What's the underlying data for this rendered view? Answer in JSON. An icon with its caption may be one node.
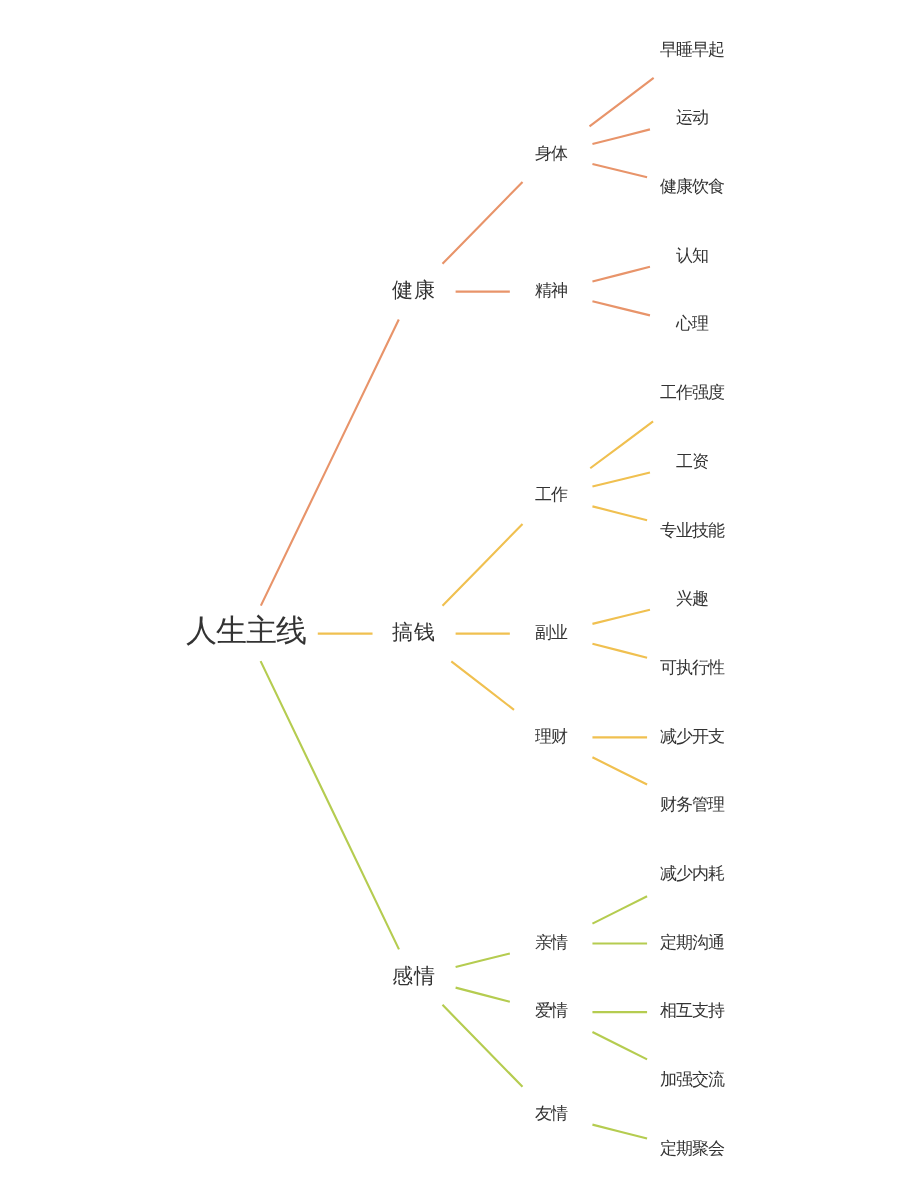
{
  "diagram": {
    "nodes": [
      {
        "text": [
          "人生主线"
        ]
      },
      {
        "text": [
          "健康"
        ]
      },
      {
        "text": [
          "身体"
        ]
      },
      {
        "text": [
          "早睡早起"
        ]
      },
      {
        "text": [
          "运动"
        ]
      },
      {
        "text": [
          "健康饮食"
        ]
      },
      {
        "text": [
          "精神"
        ]
      },
      {
        "text": [
          "认知"
        ]
      },
      {
        "text": [
          "心理"
        ]
      },
      {
        "text": [
          "搞钱"
        ]
      },
      {
        "text": [
          "工作"
        ]
      },
      {
        "text": [
          "工作强度"
        ]
      },
      {
        "text": [
          "工资"
        ]
      },
      {
        "text": [
          "专业技能"
        ]
      },
      {
        "text": [
          "副业"
        ]
      },
      {
        "text": [
          "兴趣"
        ]
      },
      {
        "text": [
          "可执行性"
        ]
      },
      {
        "text": [
          "理财"
        ]
      },
      {
        "text": [
          "减少开支"
        ]
      },
      {
        "text": [
          "财务管理"
        ]
      },
      {
        "text": [
          "感情"
        ]
      },
      {
        "text": [
          "亲情"
        ]
      },
      {
        "text": [
          "减少内耗"
        ]
      },
      {
        "text": [
          "定期沟通"
        ]
      },
      {
        "text": [
          "爱情"
        ]
      },
      {
        "text": [
          "相互支持"
        ]
      },
      {
        "text": [
          "加强交流"
        ]
      },
      {
        "text": [
          "友情"
        ]
      },
      {
        "text": [
          "定期聚会"
        ]
      }
    ],
    "edges": [
      {
        "from": 0,
        "to": 1,
        "arrow": "none",
        "color": "#e8946a"
      },
      {
        "from": 1,
        "to": 2,
        "arrow": "none",
        "color": "#e8946a"
      },
      {
        "from": 2,
        "to": 3,
        "arrow": "none",
        "color": "#e8946a"
      },
      {
        "from": 2,
        "to": 4,
        "arrow": "none",
        "color": "#e8946a"
      },
      {
        "from": 2,
        "to": 5,
        "arrow": "none",
        "color": "#e8946a"
      },
      {
        "from": 1,
        "to": 6,
        "arrow": "none",
        "color": "#e8946a"
      },
      {
        "from": 6,
        "to": 7,
        "arrow": "none",
        "color": "#e8946a"
      },
      {
        "from": 6,
        "to": 8,
        "arrow": "none",
        "color": "#e8946a"
      },
      {
        "from": 0,
        "to": 9,
        "arrow": "none",
        "color": "#f0c050"
      },
      {
        "from": 9,
        "to": 10,
        "arrow": "none",
        "color": "#f0c050"
      },
      {
        "from": 10,
        "to": 11,
        "arrow": "none",
        "color": "#f0c050"
      },
      {
        "from": 10,
        "to": 12,
        "arrow": "none",
        "color": "#f0c050"
      },
      {
        "from": 10,
        "to": 13,
        "arrow": "none",
        "color": "#f0c050"
      },
      {
        "from": 9,
        "to": 14,
        "arrow": "none",
        "color": "#f0c050"
      },
      {
        "from": 14,
        "to": 15,
        "arrow": "none",
        "color": "#f0c050"
      },
      {
        "from": 14,
        "to": 16,
        "arrow": "none",
        "color": "#f0c050"
      },
      {
        "from": 9,
        "to": 17,
        "arrow": "none",
        "color": "#f0c050"
      },
      {
        "from": 17,
        "to": 18,
        "arrow": "none",
        "color": "#f0c050"
      },
      {
        "from": 17,
        "to": 19,
        "arrow": "none",
        "color": "#f0c050"
      },
      {
        "from": 0,
        "to": 20,
        "arrow": "none",
        "color": "#b5cc50"
      },
      {
        "from": 20,
        "to": 21,
        "arrow": "none",
        "color": "#b5cc50"
      },
      {
        "from": 21,
        "to": 22,
        "arrow": "none",
        "color": "#b5cc50"
      },
      {
        "from": 21,
        "to": 23,
        "arrow": "none",
        "color": "#b5cc50"
      },
      {
        "from": 20,
        "to": 24,
        "arrow": "none",
        "color": "#b5cc50"
      },
      {
        "from": 24,
        "to": 25,
        "arrow": "none",
        "color": "#b5cc50"
      },
      {
        "from": 24,
        "to": 26,
        "arrow": "none",
        "color": "#b5cc50"
      },
      {
        "from": 20,
        "to": 27,
        "arrow": "none",
        "color": "#b5cc50"
      },
      {
        "from": 27,
        "to": 28,
        "arrow": "none",
        "color": "#b5cc50"
      }
    ]
  }
}
